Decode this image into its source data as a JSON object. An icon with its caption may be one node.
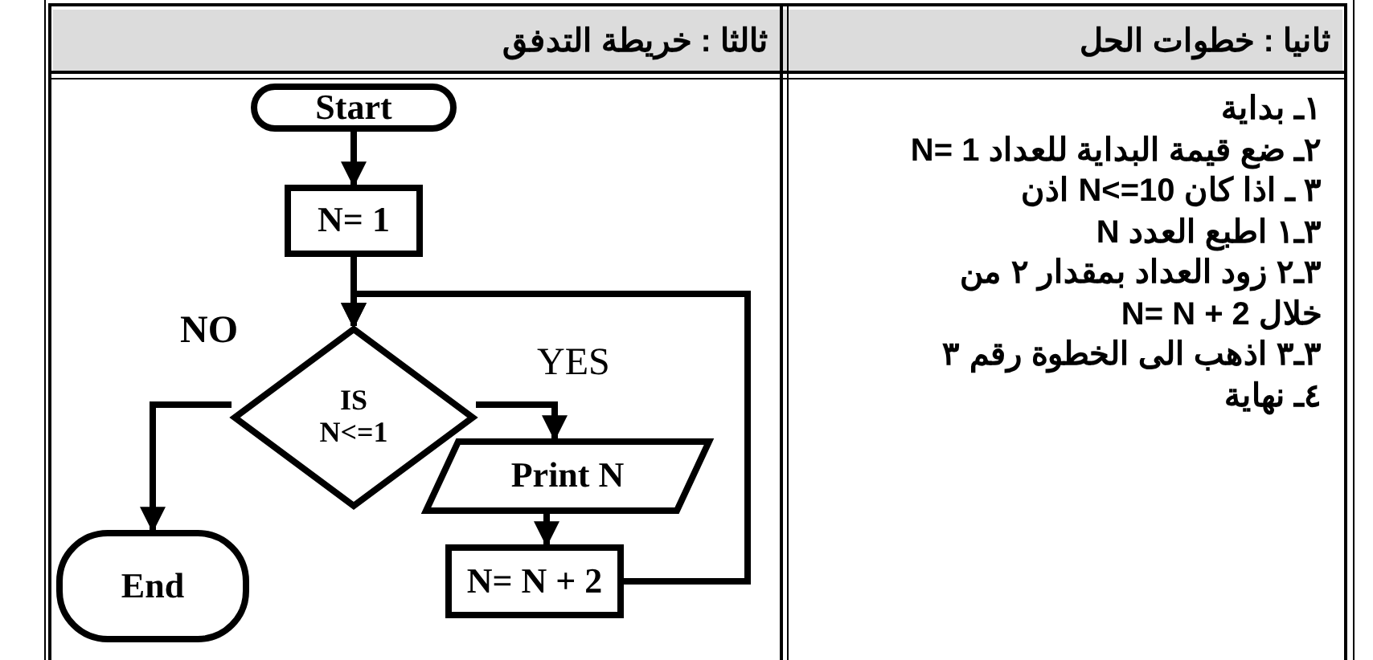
{
  "diagram": {
    "nodes": [
      {
        "text": [
          "Start"
        ]
      },
      {
        "text": [
          "N= 1"
        ]
      },
      {
        "text": [
          "IS N<=1"
        ]
      },
      {
        "text": [
          "Print N"
        ]
      },
      {
        "text": [
          "N= N + 2"
        ]
      },
      {
        "text": [
          "End"
        ]
      }
    ],
    "edges": [
      {
        "from": 0,
        "to": 1,
        "arrow": "to"
      },
      {
        "from": 1,
        "to": 2,
        "arrow": "to"
      },
      {
        "from": 2,
        "to": 3,
        "arrow": "to",
        "label": "YES"
      },
      {
        "from": 2,
        "to": 5,
        "arrow": "to",
        "label": "NO"
      },
      {
        "from": 3,
        "to": 4,
        "arrow": "to"
      },
      {
        "from": 4,
        "to": 2,
        "arrow": "to"
      }
    ],
    "labels": [
      "ثانيا : خطوات الحل",
      "ثالثا : خريطة التدفق",
      "١ـ بداية",
      "٢ـ ضع قيمة البداية للعداد N= 1",
      "٣ ـ اذا كان N<=10 اذن",
      "٣ـ١ اطبع العدد N",
      "٣ـ٢ زود العداد بمقدار ٢ من",
      "خلال N= N + 2",
      "٣ـ٣ اذهب الى الخطوة رقم ٣",
      "٤ـ نهاية"
    ]
  }
}
